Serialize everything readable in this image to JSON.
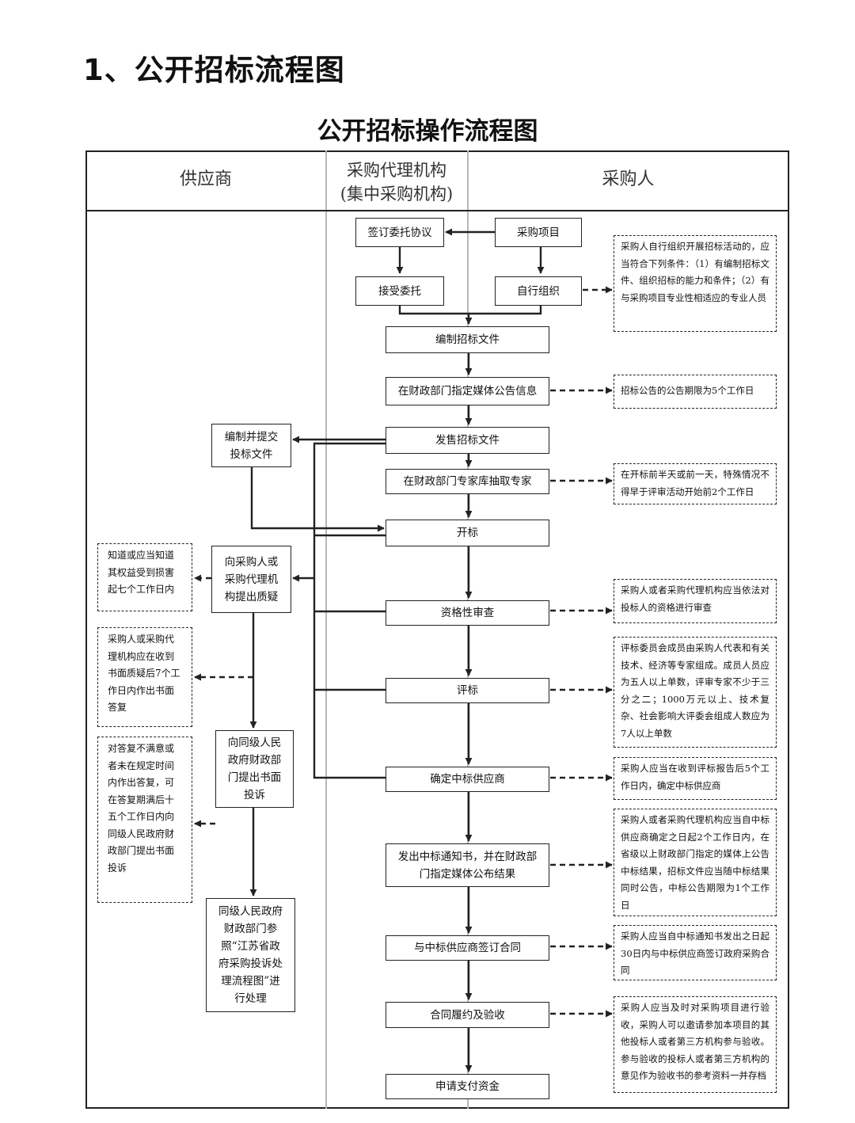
{
  "heading": "1、公开招标流程图",
  "title": "公开招标操作流程图",
  "columns": {
    "supplier": "供应商",
    "agency_line1": "采购代理机构",
    "agency_line2": "(集中采购机构)",
    "purchaser": "采购人"
  },
  "steps": {
    "sign_agreement": "签订委托协议",
    "project": "采购项目",
    "accept": "接受委托",
    "self_org": "自行组织",
    "prepare_docs": "编制招标文件",
    "publish_notice": "在财政部门指定媒体公告信息",
    "sell_docs": "发售招标文件",
    "experts": "在财政部门专家库抽取专家",
    "open_bid": "开标",
    "qualification": "资格性审查",
    "evaluate": "评标",
    "determine": "确定中标供应商",
    "notify": "发出中标通知书，并在财政部门指定媒体公布结果",
    "contract": "与中标供应商签订合同",
    "acceptance": "合同履约及验收",
    "payment": "申请支付资金"
  },
  "supplier_steps": {
    "submit_bid": "编制并提交投标文件",
    "question": "向采购人或采购代理机构提出质疑",
    "complaint": "向同级人民政府财政部门提出书面投诉",
    "handle": "同级人民政府财政部门参照“江苏省政府采购投诉处理流程图”进行处理"
  },
  "notes": {
    "self_org": "采购人自行组织开展招标活动的，应当符合下列条件：（1）有编制招标文件、组织招标的能力和条件；（2）有与采购项目专业性相适应的专业人员",
    "notice_period": "招标公告的公告期限为5个工作日",
    "experts": "在开标前半天或前一天，特殊情况不得早于评审活动开始前2个工作日",
    "qualification": "采购人或者采购代理机构应当依法对投标人的资格进行审查",
    "evaluate": "评标委员会成员由采购人代表和有关技术、经济等专家组成。成员人员应为五人以上单数，评审专家不少于三分之二；1000万元以上、技术复杂、社会影响大评委会组成人数应为7人以上单数",
    "determine": "采购人应当在收到评标报告后5个工作日内，确定中标供应商",
    "notify": "采购人或者采购代理机构应当自中标供应商确定之日起2个工作日内，在省级以上财政部门指定的媒体上公告中标结果，招标文件应当随中标结果同时公告，中标公告期限为1个工作日",
    "contract": "采购人应当自中标通知书发出之日起30日内与中标供应商签订政府采购合同",
    "acceptance": "采购人应当及时对采购项目进行验收，采购人可以邀请参加本项目的其他投标人或者第三方机构参与验收。参与验收的投标人或者第三方机构的意见作为验收书的参考资料一并存档"
  },
  "left_notes": {
    "question_deadline": "知道或应当知道其权益受到损害起七个工作日内",
    "reply_deadline": "采购人或采购代理机构应在收到书面质疑后7个工作日内作出书面答复",
    "complaint_deadline": "对答复不满意或者未在规定时间内作出答复，可在答复期满后十五个工作日内向同级人民政府财政部门提出书面投诉"
  }
}
